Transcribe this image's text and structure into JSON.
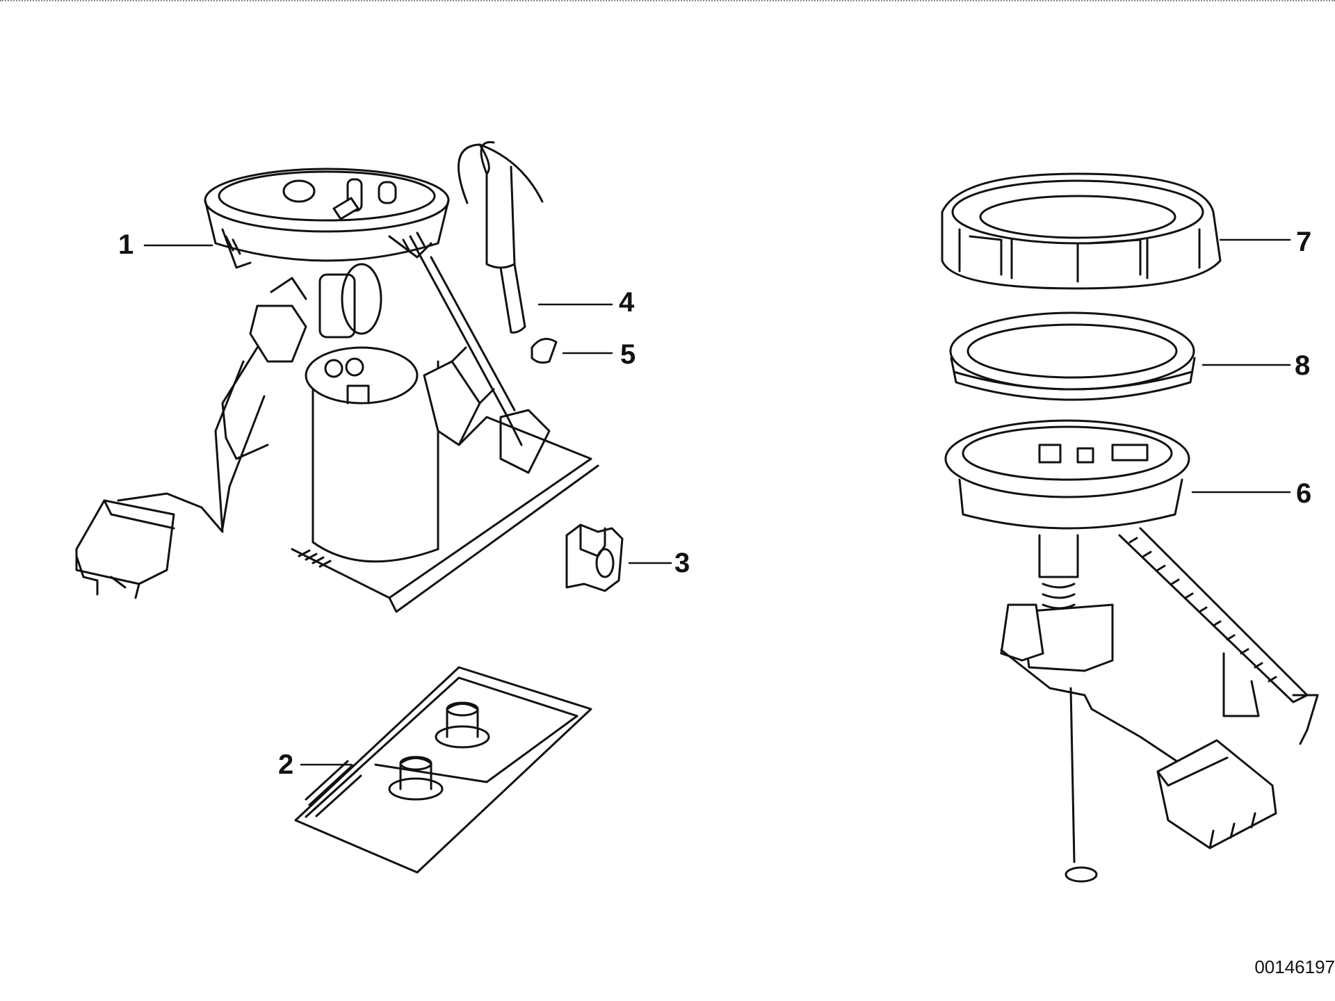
{
  "diagram": {
    "document_number": "00146197",
    "callouts": [
      {
        "id": "1",
        "label": "1"
      },
      {
        "id": "2",
        "label": "2"
      },
      {
        "id": "3",
        "label": "3"
      },
      {
        "id": "4",
        "label": "4"
      },
      {
        "id": "5",
        "label": "5"
      },
      {
        "id": "6",
        "label": "6"
      },
      {
        "id": "7",
        "label": "7"
      },
      {
        "id": "8",
        "label": "8"
      }
    ],
    "colors": {
      "line": "#111111",
      "background": "#ffffff"
    }
  }
}
